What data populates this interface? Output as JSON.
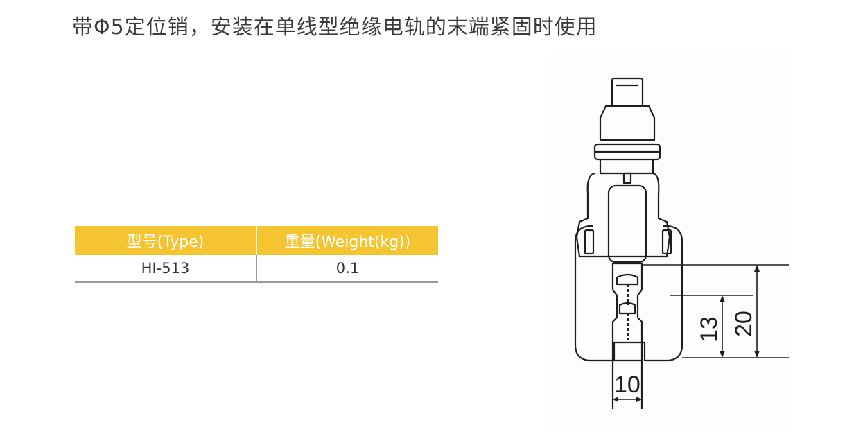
{
  "headline": "带Φ5定位销，安装在单线型绝缘电轨的末端紧固时使用",
  "table": {
    "headers": [
      "型号(Type)",
      "重量(Weight(kg))"
    ],
    "rows": [
      [
        "HI-513",
        "0.1"
      ]
    ]
  },
  "drawing": {
    "dimensions": [
      "13",
      "20",
      "10"
    ]
  },
  "colors": {
    "header_bg": "#f5c431",
    "header_text": "#ffffff",
    "line": "#9a9a9a"
  }
}
